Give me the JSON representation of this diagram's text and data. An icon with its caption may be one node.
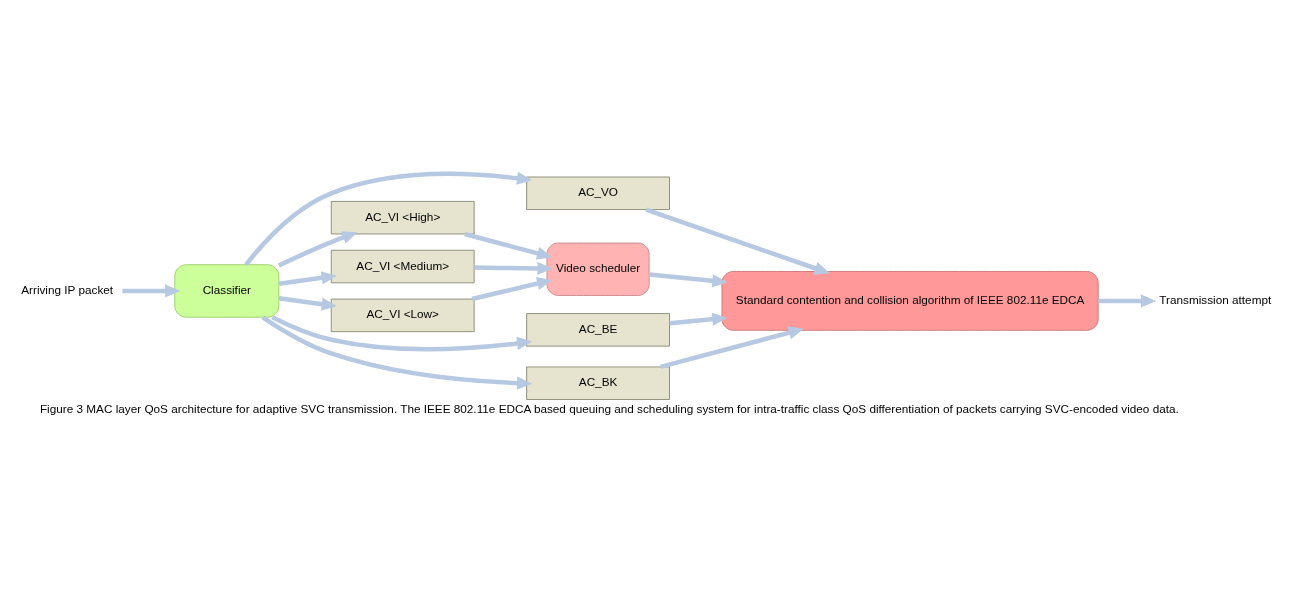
{
  "diagram": {
    "caption": "Figure 3 MAC layer QoS architecture for adaptive SVC transmission. The IEEE 802.11e EDCA based queuing and scheduling system for intra-traffic class QoS differentiation of packets carrying SVC-encoded video data.",
    "nodes": [
      {
        "text": [
          "Arriving IP packet"
        ]
      },
      {
        "text": [
          "Classifier"
        ]
      },
      {
        "text": [
          "AC_VO"
        ]
      },
      {
        "text": [
          "AC_VI <High>"
        ]
      },
      {
        "text": [
          "AC_VI <Medium>"
        ]
      },
      {
        "text": [
          "AC_VI <Low>"
        ]
      },
      {
        "text": [
          "AC_BE"
        ]
      },
      {
        "text": [
          "AC_BK"
        ]
      },
      {
        "text": [
          "Video scheduler"
        ]
      },
      {
        "text": [
          "Standard contention and collision algorithm of IEEE 802.11e EDCA"
        ]
      },
      {
        "text": [
          "Transmission attempt"
        ]
      }
    ],
    "edges": [
      {
        "from": 0,
        "to": 1,
        "arrow": "to"
      },
      {
        "from": 1,
        "to": 2,
        "arrow": "to"
      },
      {
        "from": 1,
        "to": 3,
        "arrow": "to"
      },
      {
        "from": 1,
        "to": 4,
        "arrow": "to"
      },
      {
        "from": 1,
        "to": 5,
        "arrow": "to"
      },
      {
        "from": 1,
        "to": 6,
        "arrow": "to"
      },
      {
        "from": 1,
        "to": 7,
        "arrow": "to"
      },
      {
        "from": 2,
        "to": 9,
        "arrow": "to"
      },
      {
        "from": 3,
        "to": 8,
        "arrow": "to"
      },
      {
        "from": 4,
        "to": 8,
        "arrow": "to"
      },
      {
        "from": 5,
        "to": 8,
        "arrow": "to"
      },
      {
        "from": 8,
        "to": 9,
        "arrow": "to"
      },
      {
        "from": 6,
        "to": 9,
        "arrow": "to"
      },
      {
        "from": 7,
        "to": 9,
        "arrow": "to"
      },
      {
        "from": 9,
        "to": 10,
        "arrow": "to"
      }
    ]
  }
}
